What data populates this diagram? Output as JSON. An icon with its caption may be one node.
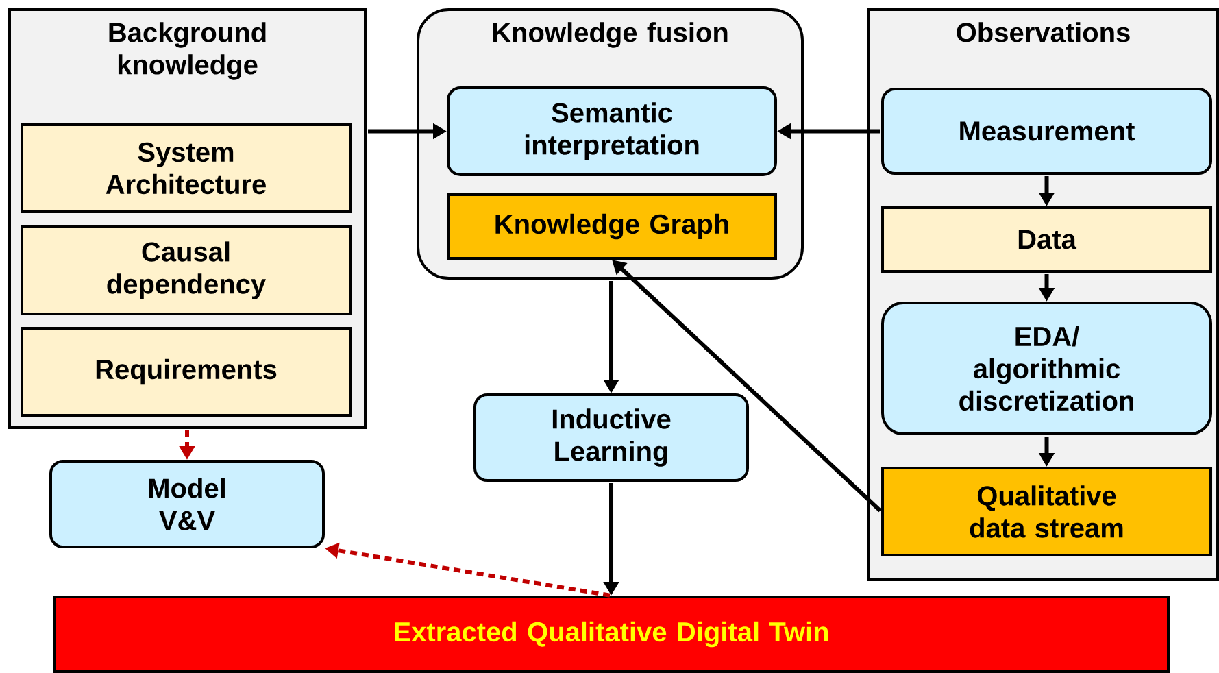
{
  "diagram": {
    "nodes": [
      {
        "text": [
          "Background knowledge"
        ]
      },
      {
        "text": [
          "System Architecture"
        ],
        "in": 0
      },
      {
        "text": [
          "Causal dependency"
        ],
        "in": 0
      },
      {
        "text": [
          "Requirements"
        ],
        "in": 0
      },
      {
        "text": [
          "Knowledge fusion"
        ]
      },
      {
        "text": [
          "Semantic interpretation"
        ],
        "in": 4
      },
      {
        "text": [
          "Knowledge Graph"
        ],
        "in": 4
      },
      {
        "text": [
          "Observations"
        ]
      },
      {
        "text": [
          "Measurement"
        ],
        "in": 7
      },
      {
        "text": [
          "Data"
        ],
        "in": 7
      },
      {
        "text": [
          "EDA/ algorithmic discretization"
        ],
        "in": 7
      },
      {
        "text": [
          "Qualitative data stream"
        ],
        "in": 7
      },
      {
        "text": [
          "Inductive Learning"
        ]
      },
      {
        "text": [
          "Model V&V"
        ]
      },
      {
        "text": [
          "Extracted Qualitative Digital Twin"
        ]
      }
    ],
    "edges": [
      {
        "from": 0,
        "to": 5,
        "arrow": "to"
      },
      {
        "from": 8,
        "to": 5,
        "arrow": "to"
      },
      {
        "from": 8,
        "to": 9,
        "arrow": "to"
      },
      {
        "from": 9,
        "to": 10,
        "arrow": "to"
      },
      {
        "from": 10,
        "to": 11,
        "arrow": "to"
      },
      {
        "from": 11,
        "to": 6,
        "arrow": "to"
      },
      {
        "from": 4,
        "to": 12,
        "arrow": "to"
      },
      {
        "from": 12,
        "to": 14,
        "arrow": "to"
      },
      {
        "from": 0,
        "to": 13,
        "arrow": "to",
        "style": "dashed",
        "color": "#c00000"
      },
      {
        "from": 14,
        "to": 13,
        "arrow": "to",
        "style": "dashed",
        "color": "#c00000"
      }
    ]
  }
}
